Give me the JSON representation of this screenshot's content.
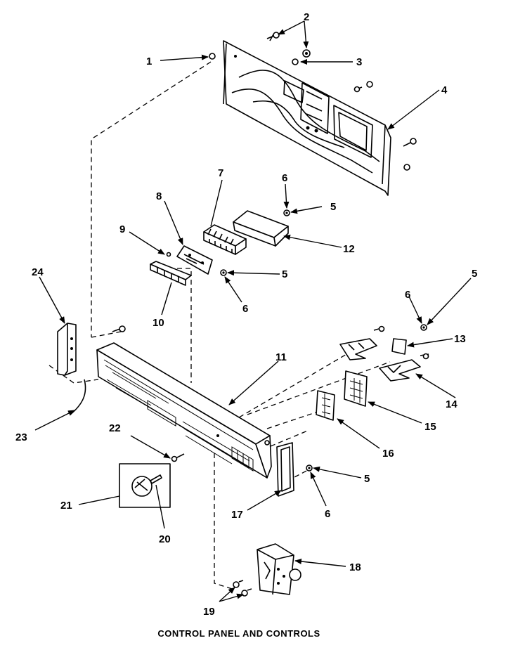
{
  "caption": "CONTROL PANEL AND CONTROLS",
  "callouts": [
    {
      "id": "c1",
      "text": "1"
    },
    {
      "id": "c2",
      "text": "2"
    },
    {
      "id": "c3",
      "text": "3"
    },
    {
      "id": "c4",
      "text": "4"
    },
    {
      "id": "c5a",
      "text": "5"
    },
    {
      "id": "c5b",
      "text": "5"
    },
    {
      "id": "c5c",
      "text": "5"
    },
    {
      "id": "c5d",
      "text": "5"
    },
    {
      "id": "c6a",
      "text": "6"
    },
    {
      "id": "c6b",
      "text": "6"
    },
    {
      "id": "c6c",
      "text": "6"
    },
    {
      "id": "c6d",
      "text": "6"
    },
    {
      "id": "c7",
      "text": "7"
    },
    {
      "id": "c8",
      "text": "8"
    },
    {
      "id": "c9",
      "text": "9"
    },
    {
      "id": "c10",
      "text": "10"
    },
    {
      "id": "c11",
      "text": "11"
    },
    {
      "id": "c12",
      "text": "12"
    },
    {
      "id": "c13",
      "text": "13"
    },
    {
      "id": "c14",
      "text": "14"
    },
    {
      "id": "c15",
      "text": "15"
    },
    {
      "id": "c16",
      "text": "16"
    },
    {
      "id": "c17",
      "text": "17"
    },
    {
      "id": "c18",
      "text": "18"
    },
    {
      "id": "c19",
      "text": "19"
    },
    {
      "id": "c20",
      "text": "20"
    },
    {
      "id": "c21",
      "text": "21"
    },
    {
      "id": "c22",
      "text": "22"
    },
    {
      "id": "c23",
      "text": "23"
    },
    {
      "id": "c24",
      "text": "24"
    }
  ]
}
